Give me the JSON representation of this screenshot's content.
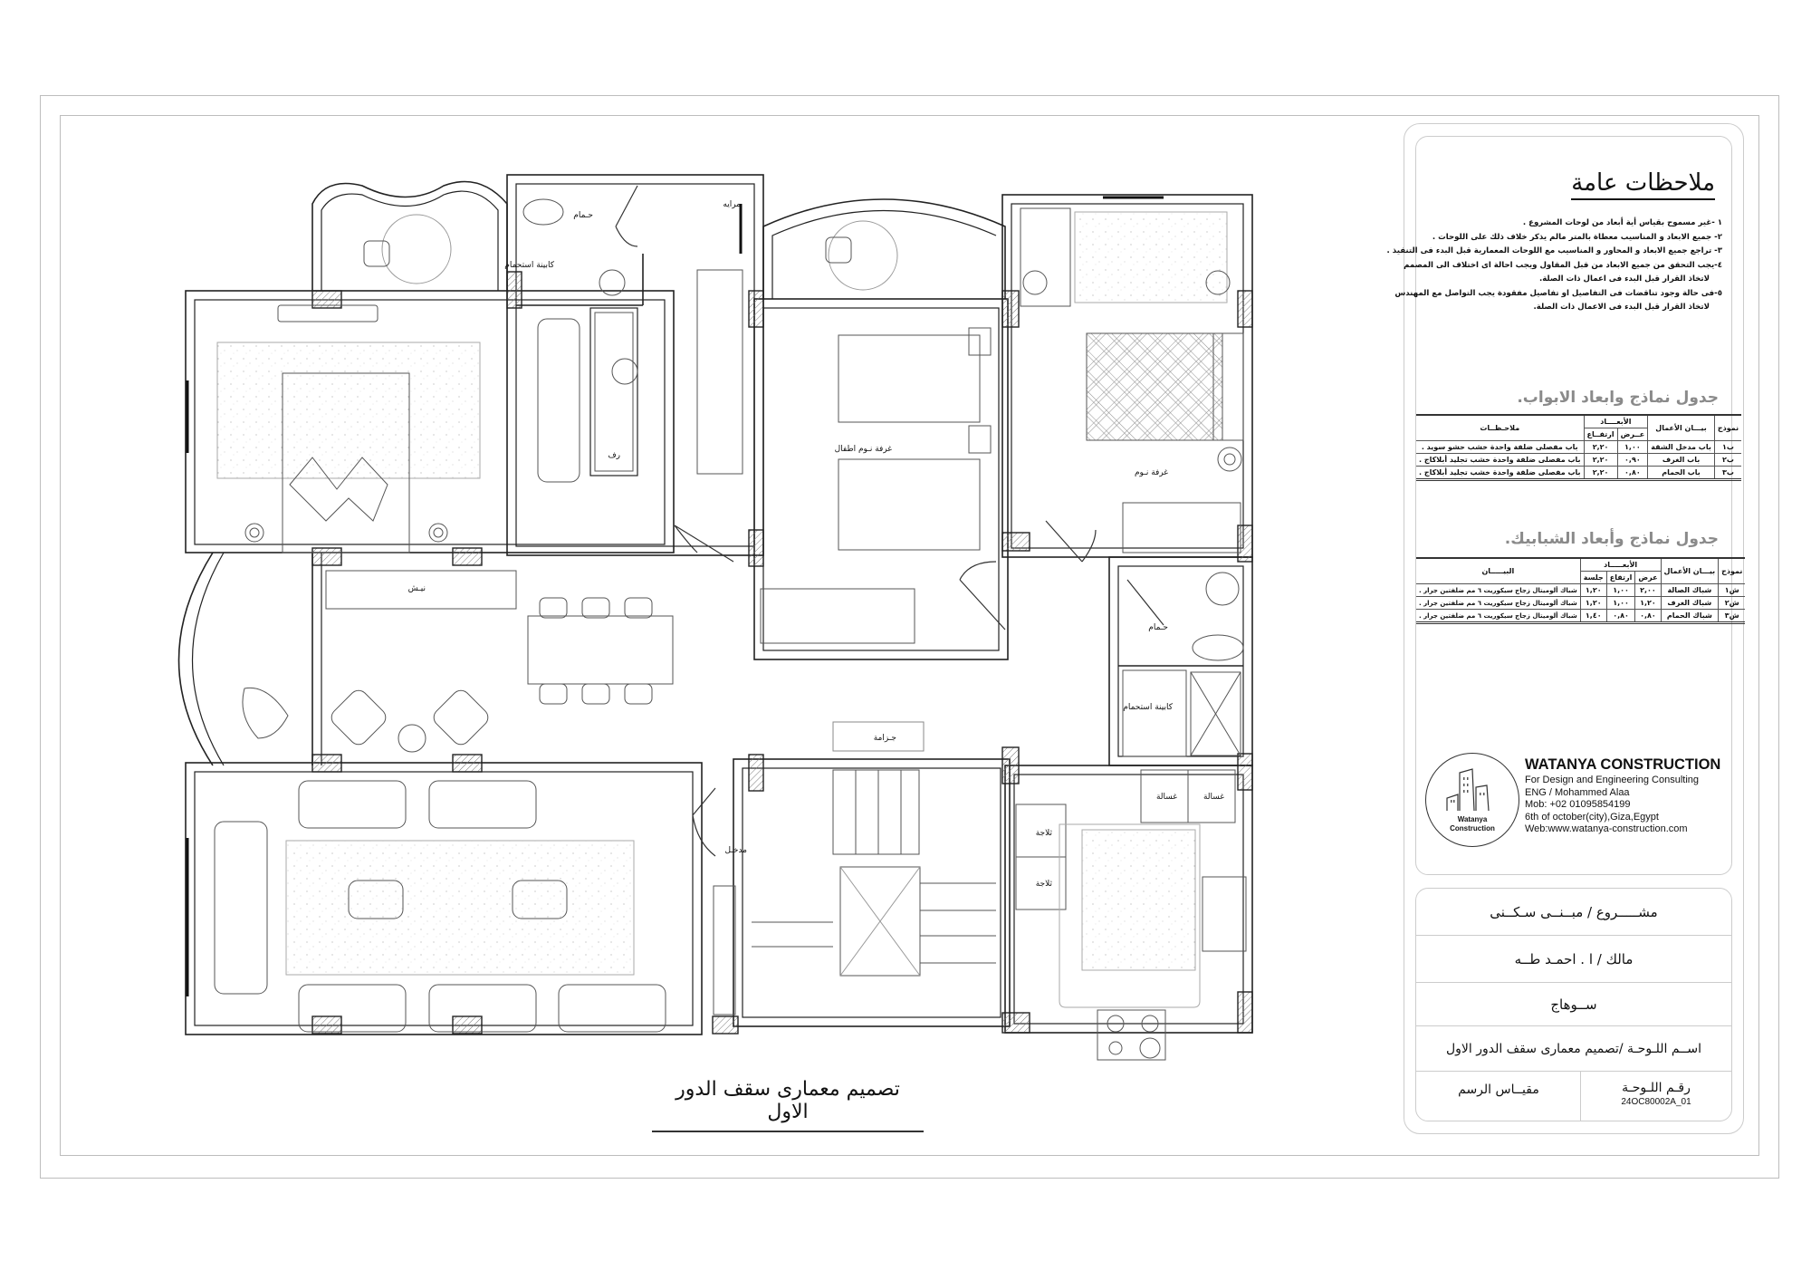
{
  "drawing": {
    "title": "تصميم معمارى سقف الدور الاول",
    "room_labels": {
      "bathroom_1": "حـمام",
      "shower_1": "كابينة استحمام",
      "mirror": "مرايه",
      "shelf": "رف",
      "kids_bedroom": "غرفة نـوم اطفال",
      "bedroom": "غرفة نـوم",
      "bathroom_2": "حـمام",
      "shower_2": "كابينة استحمام",
      "niche": "نيـش",
      "shoe_cabinet": "جـزامة",
      "entrance": "مدخـل",
      "fridge_1": "ثلاجة",
      "fridge_2": "ثلاجة",
      "washer_1": "غسالة",
      "washer_2": "غسالة"
    }
  },
  "notes": {
    "title": "ملاحظات عامة",
    "items": [
      "١ -غير مسموح بقياس أية أبعاد من لوحات المشروع .",
      "٢- جميع الابعاد و المناسيب معطاة بالمتر مالم يذكر خلاف ذلك على اللوحات .",
      "٣- تراجع جميع الابعاد و المحاور و المناسيب مع اللوحات المعمارية قبل البدء فى التنفيذ .",
      "٤-يجب التحقق من جميع الابعاد من قبل المقاول ويجب احالة اى اختلاف الى المصمم",
      "لاتخاذ القرار قبل البدء فى اعمال ذات الصلة.",
      "٥-فى حالة وجود تناقضات فى التفاصيل او تفاصيل مفقودة يجب التواصل مع المهندس",
      "لاتخاذ القرار قبل البدء فى الاعمال ذات الصلة."
    ]
  },
  "doors_table": {
    "title": "جدول نماذج وابعاد الابواب.",
    "headers": {
      "model": "نموذج",
      "description": "بيـــان الأعمال",
      "dimensions": "الأبعــــاد",
      "width": "عــرض",
      "height": "ارتفــاع",
      "notes": "ملاحـظــات"
    },
    "rows": [
      {
        "model": "ب١",
        "description": "باب  مدخل الشقة",
        "width": "١,٠٠",
        "height": "٢,٢٠",
        "notes": "باب مفصلى ضلفة واحدة خشب حشو سويد ."
      },
      {
        "model": "ب٢",
        "description": "باب  الغرف",
        "width": "٠,٩٠",
        "height": "٢,٢٠",
        "notes": "باب مفصلى ضلفة واحدة خشب تجليد أبلاكاج ."
      },
      {
        "model": "ب٣",
        "description": "باب الحمام",
        "width": "٠,٨٠",
        "height": "٢,٢٠",
        "notes": "باب مفصلى ضلفة واحدة خشب تجليد أبلاكاج ."
      }
    ]
  },
  "windows_table": {
    "title": "جدول نماذج وأبعاد الشبابيك.",
    "headers": {
      "model": "نموذج",
      "description": "بيـــان الأعمال",
      "dimensions": "الأبعـــــاد",
      "width": "عرض",
      "height": "ارتفاع",
      "sill": "جلسة",
      "statement": "البيـــــان"
    },
    "rows": [
      {
        "model": "ش١",
        "description": "شباك الصالة",
        "width": "٢,٠٠",
        "height": "١,٠٠",
        "sill": "١,٢٠",
        "statement": "شباك ألوميتال زجاج سيكوريت ٦ مم ضلفتين جرار ."
      },
      {
        "model": "ش٢",
        "description": "شباك الغرف",
        "width": "١,٢٠",
        "height": "١,٠٠",
        "sill": "١,٢٠",
        "statement": "شباك ألوميتال زجاج سيكوريت ٦ مم ضلفتين جرار ."
      },
      {
        "model": "ش٣",
        "description": "شباك الحمام",
        "width": "٠,٨٠",
        "height": "٠,٨٠",
        "sill": "١,٤٠",
        "statement": "شباك ألوميتال زجاج سيكوريت ٦ مم ضلفتين جرار ."
      }
    ]
  },
  "company": {
    "logo_line1": "Watanya",
    "logo_line2": "Construction",
    "name": "WATANYA CONSTRUCTION",
    "tagline": "For Design and Engineering Consulting",
    "engineer": "ENG / Mohammed Alaa",
    "mobile": "Mob: +02 01095854199",
    "address": "6th of october(city),Giza,Egypt",
    "web": "Web:www.watanya-construction.com"
  },
  "info": {
    "project": "مشـــــروع / مبــنــى سـكــنى",
    "owner": "مالك / ا . احمـد طــه",
    "location": "ســوهاج",
    "sheet_name": "اســم اللـوحـة  /تصميم معمارى سقف الدور الاول",
    "scale_label": "مقيــاس الرسم",
    "sheet_no_label": "رقـم اللـوحـة",
    "sheet_no": "24OC80002A_01"
  }
}
